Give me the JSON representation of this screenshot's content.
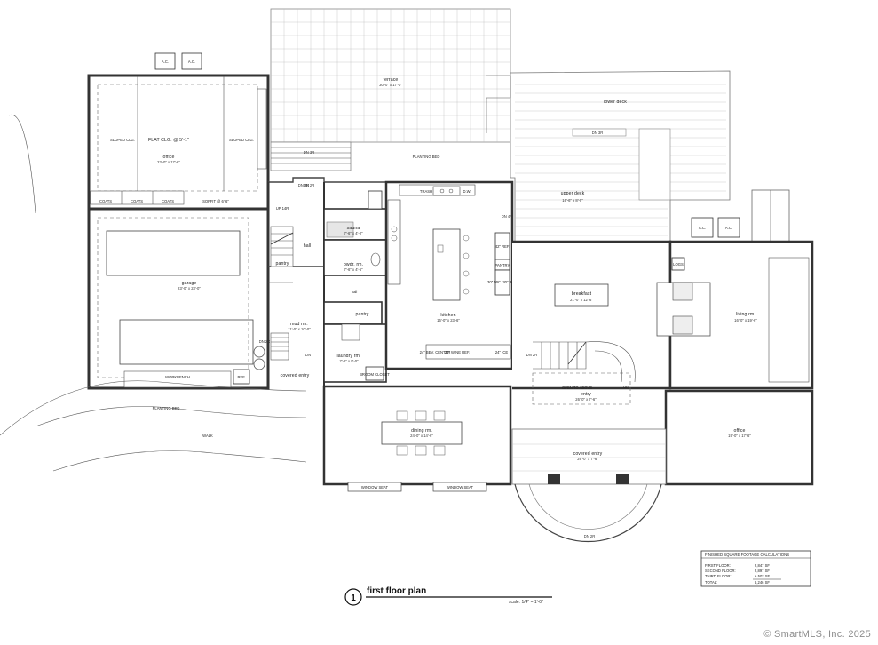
{
  "rooms": {
    "terrace": {
      "name": "terrace",
      "dim": "30'-0\" x 17'-0\""
    },
    "lower_deck": {
      "name": "lower deck"
    },
    "upper_deck": {
      "name": "upper deck",
      "dim": "16'-6\" x 8'-0\""
    },
    "office_left": {
      "name": "office",
      "dim": "23'-0\" x 17'-6\""
    },
    "flat_clg": {
      "name": "FLAT CLG. @ 5'-1\""
    },
    "sloped_clg_1": {
      "name": "SLOPED CLG."
    },
    "sloped_clg_2": {
      "name": "SLOPED CLG."
    },
    "soffit": {
      "name": "SOFFIT @ 6'-6\""
    },
    "coats": [
      "COATS",
      "COATS",
      "COATS"
    ],
    "garage": {
      "name": "garage",
      "dim": "23'-0\" x 23'-0\""
    },
    "pantry_left": {
      "name": "pantry"
    },
    "hall_top": {
      "name": "hall"
    },
    "sauna": {
      "name": "sauna",
      "dim": "7'-6\" x 4'-0\""
    },
    "pwdr": {
      "name": "pwdr. rm.",
      "dim": "7'-6\" x 4'-6\""
    },
    "hall_mid": {
      "name": "hall"
    },
    "pantry_mid": {
      "name": "pantry"
    },
    "mud": {
      "name": "mud rm.",
      "dim": "11'-0\" x 10'-0\""
    },
    "laundry": {
      "name": "laundry rm.",
      "dim": "7'-6\" x 8'-0\""
    },
    "broom": {
      "name": "BROOM CLOSET"
    },
    "kitchen": {
      "name": "kitchen",
      "dim": "16'-0\" x 23'-6\""
    },
    "breakfast": {
      "name": "breakfast",
      "dim": "21'-0\" x 12'-6\""
    },
    "living": {
      "name": "living rm.",
      "dim": "16'-0\" x 19'-6\""
    },
    "entry": {
      "name": "entry",
      "dim": "26'-0\" x 7'-6\""
    },
    "open_above": {
      "name": "OPEN TO ABOVE"
    },
    "office_right": {
      "name": "office",
      "dim": "19'-0\" x 17'-6\""
    },
    "dining": {
      "name": "dining rm.",
      "dim": "24'-0\" x 14'-6\""
    },
    "covered_entry_center": {
      "name": "covered entry",
      "dim": "26'-0\" x 7'-6\""
    },
    "covered_entry_left": {
      "name": "covered entry"
    }
  },
  "annotations": {
    "ac_units": [
      "A.C.",
      "A.C.",
      "A.C.",
      "A.C."
    ],
    "planting_bed_top": "PLANTING BED",
    "planting_bed_bottom": "PLANTING BED",
    "walk": "WALK",
    "workbench": "WORKBENCH",
    "ref_garage": "REF.",
    "window_seat_1": "WINDOW SEAT",
    "window_seat_2": "WINDOW SEAT",
    "trash": "TRASH",
    "dw": "D.W.",
    "ref_kitchen": "42\" REF.",
    "pantry_small": "PANTRY",
    "micro": "30\" MIC. 30\" W.O.",
    "logs": "LOGS",
    "beverage": "24\" BEV. CENTER",
    "wine": "24\" WINE REF.",
    "ice": "24\" ICE",
    "up": "UP",
    "dn_labels": [
      "DN 3R",
      "DN 2R",
      "DN 2R",
      "DN 3R",
      "DN 2R",
      "DN 4R",
      "DN",
      "DN 2R",
      "UP 14R",
      "DN 2R"
    ]
  },
  "title_block": {
    "number": "1",
    "title": "first floor plan",
    "scale": "scale: 1/4\" = 1'-0\""
  },
  "sqft_table": {
    "heading": "FINISHED SQUARE FOOTAGE CALCULATIONS",
    "rows": [
      {
        "label": "FIRST FLOOR:",
        "value": "2,847 SF"
      },
      {
        "label": "SECOND FLOOR:",
        "value": "2,897 SF"
      },
      {
        "label": "THIRD FLOOR:",
        "value": "+ 502 SF"
      },
      {
        "label": "TOTAL:",
        "value": "6,246 SF"
      }
    ]
  },
  "watermark": "© SmartMLS, Inc. 2025"
}
